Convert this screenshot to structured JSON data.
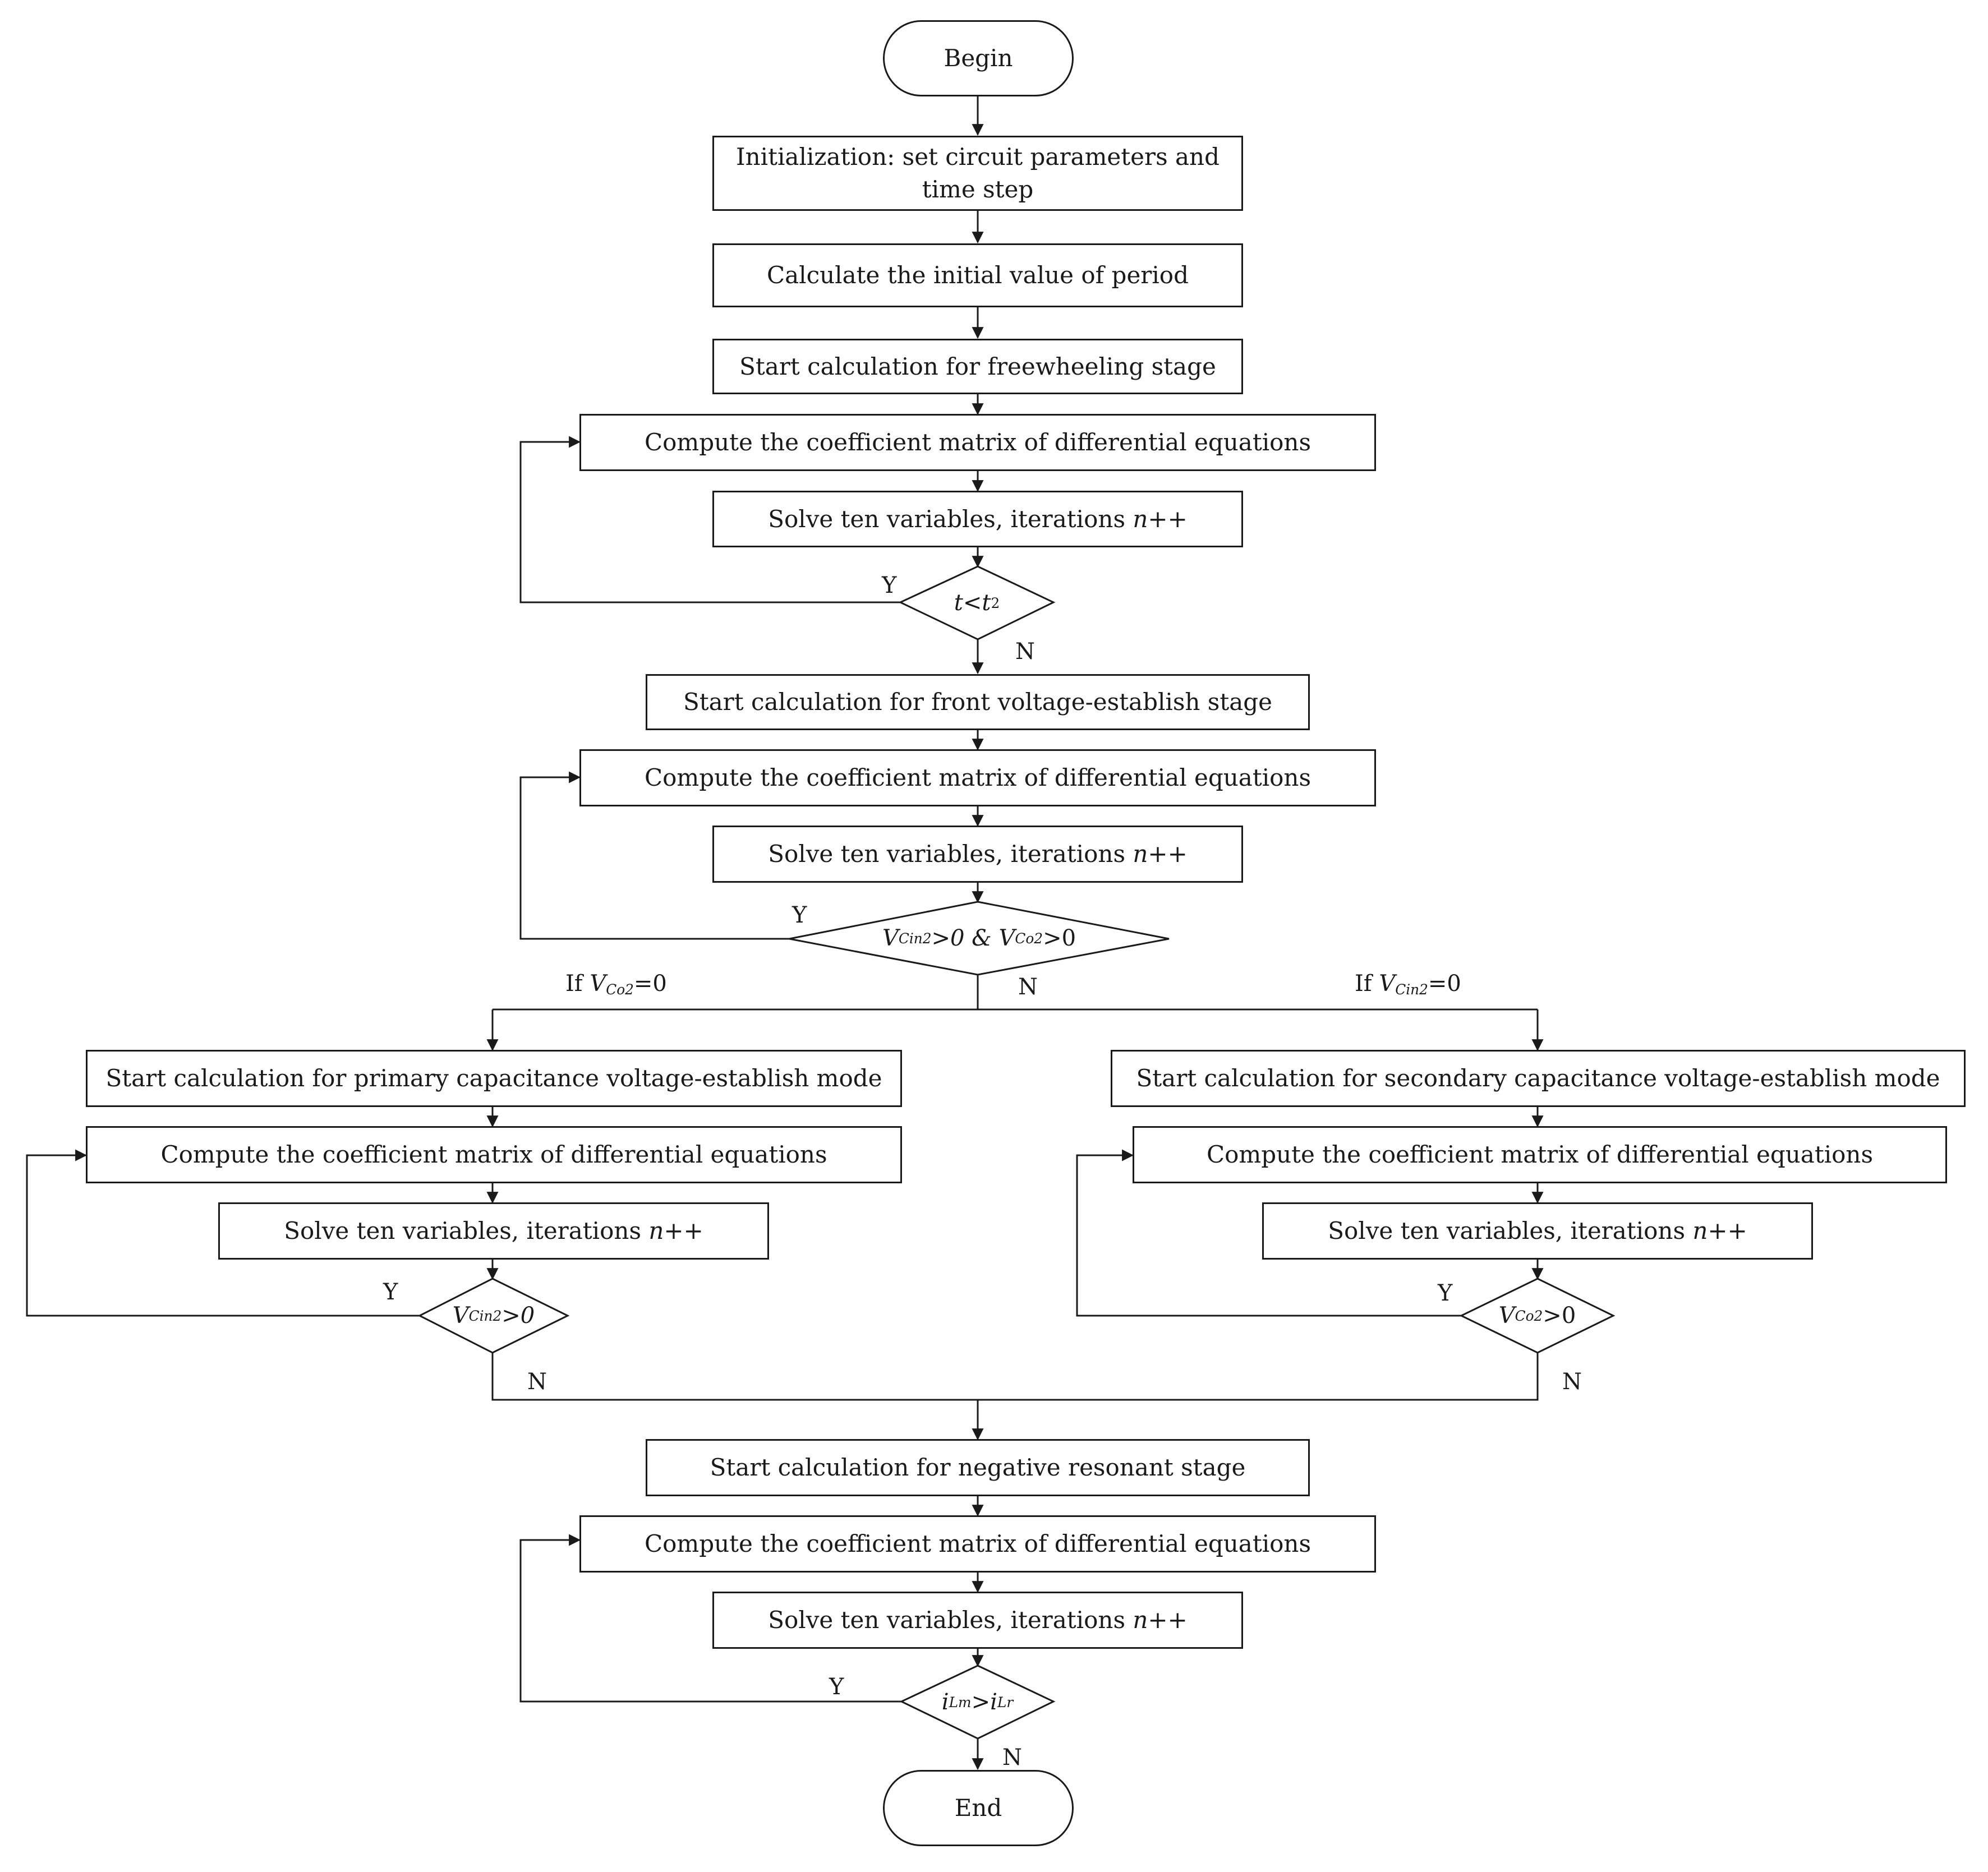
{
  "flowchart": {
    "begin": "Begin",
    "init": "Initialization: set circuit parameters and time step",
    "calc_period": "Calculate the initial value of period",
    "stage1": "Start calculation for freewheeling stage",
    "compute": "Compute the coefficient matrix of differential equations",
    "solve_prefix": "Solve ten variables, iterations ",
    "solve_var": "n++",
    "stage2": "Start calculation for front voltage-establish stage",
    "stage3_left": "Start calculation for primary capacitance voltage-establish mode",
    "stage3_right": "Start calculation for secondary capacitance voltage-establish mode",
    "stage4": "Start calculation for negative resonant stage",
    "end": "End",
    "yes": "Y",
    "no": "N",
    "cond1": {
      "a": "t<t",
      "b": "2"
    },
    "cond2": {
      "v1": "V",
      "s1": "Cin2",
      "t1": ">0 & ",
      "v2": "V",
      "s2": "Co2",
      "t2": ">0"
    },
    "cond3_left": {
      "v": "V",
      "s": "Cin2",
      "t": ">0"
    },
    "cond3_right": {
      "v": "V",
      "s": "Co2",
      "t": ">0"
    },
    "cond4": {
      "i1": "i",
      "s1": "Lm",
      "gt": ">",
      "i2": "i",
      "s2": "Lr"
    },
    "branch_left": {
      "pre": "If ",
      "v": "V",
      "s": "Co2",
      "post": "=0"
    },
    "branch_right": {
      "pre": "If ",
      "v": "V",
      "s": "Cin2",
      "post": "=0"
    }
  }
}
